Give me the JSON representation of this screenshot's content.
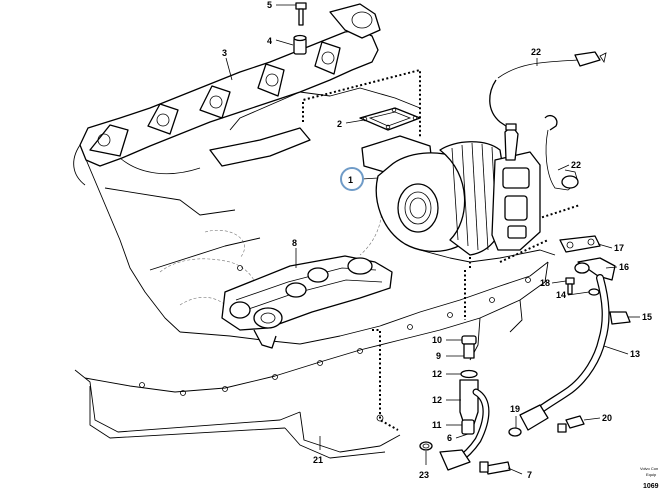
{
  "diagram": {
    "labels": [
      "1",
      "2",
      "3",
      "4",
      "5",
      "6",
      "7",
      "8",
      "9",
      "10",
      "11",
      "12",
      "12",
      "13",
      "14",
      "15",
      "16",
      "17",
      "18",
      "19",
      "20",
      "21",
      "22",
      "22",
      "23"
    ],
    "highlight_color": "#6f9bc7",
    "footer": {
      "line1": "Volvo Con",
      "line2": "Equip",
      "code": "1069"
    }
  }
}
